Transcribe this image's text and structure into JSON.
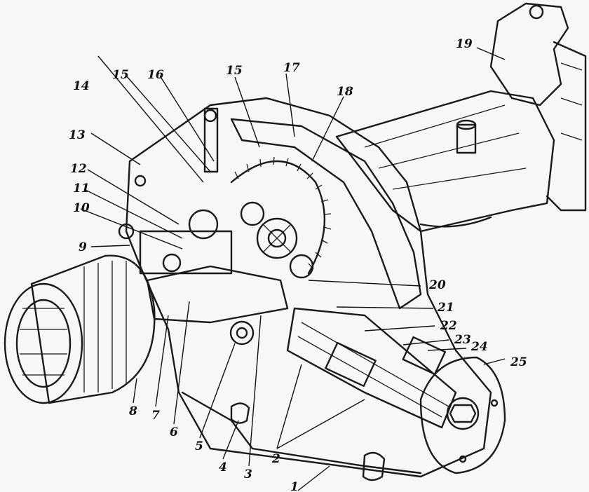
{
  "labels": {
    "l1": "1",
    "l2": "2",
    "l3": "3",
    "l4": "4",
    "l5": "5",
    "l6": "6",
    "l7": "7",
    "l8": "8",
    "l9": "9",
    "l10": "10",
    "l11": "11",
    "l12": "12",
    "l13": "13",
    "l14": "14",
    "l15a": "15",
    "l15b": "15",
    "l16": "16",
    "l17": "17",
    "l18": "18",
    "l19": "19",
    "l20": "20",
    "l21": "21",
    "l22": "22",
    "l23": "23",
    "l24": "24",
    "l25": "25"
  },
  "colors": {
    "ink": "#1a1a1a",
    "paper": "#f7f7f5"
  }
}
